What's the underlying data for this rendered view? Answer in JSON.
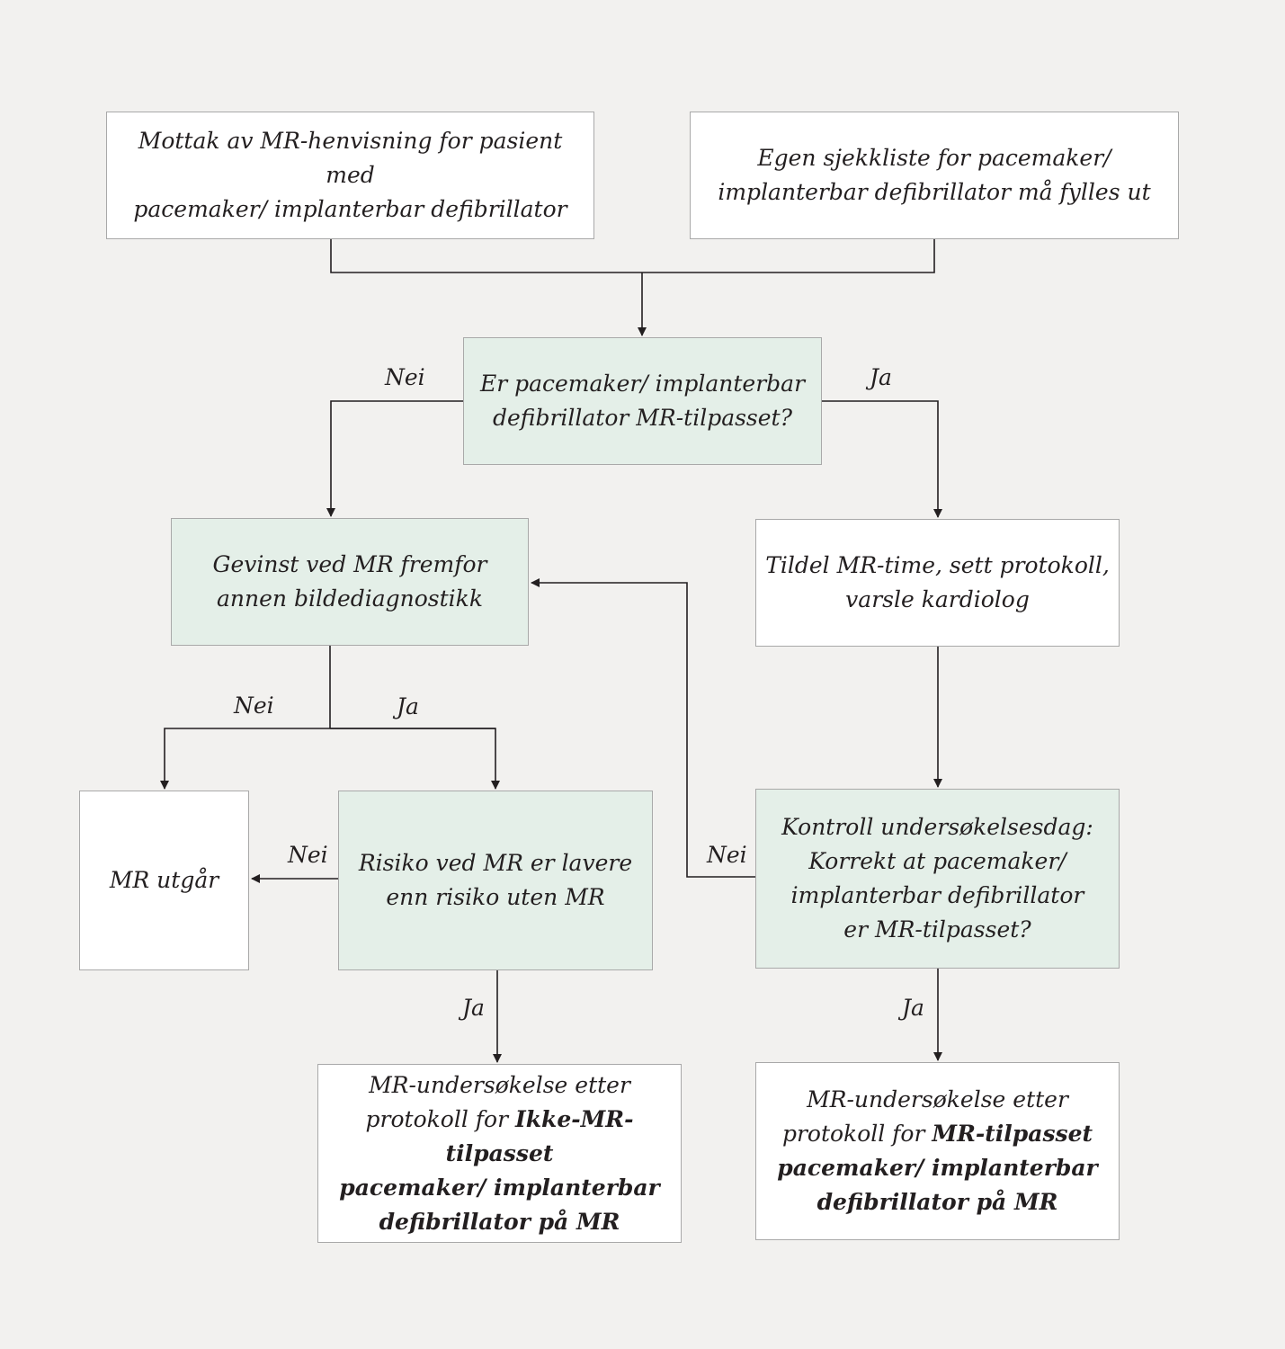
{
  "boxes": {
    "mottak": {
      "line1": "Mottak av MR-henvisning for pasient med",
      "line2": "pacemaker/ implanterbar defibrillator"
    },
    "sjekkliste": {
      "line1": "Egen sjekkliste for pacemaker/",
      "line2": "implanterbar defibrillator må fylles ut"
    },
    "tilpasset": {
      "line1": "Er pacemaker/ implanterbar",
      "line2": "defibrillator MR-tilpasset?"
    },
    "gevinst": {
      "line1": "Gevinst ved MR fremfor",
      "line2": "annen bildediagnostikk"
    },
    "tildel": {
      "line1": "Tildel MR-time, sett protokoll,",
      "line2": "varsle kardiolog"
    },
    "utgar": {
      "line1": "MR utgår"
    },
    "risiko": {
      "line1": "Risiko ved MR er lavere",
      "line2": "enn risiko uten MR"
    },
    "kontroll": {
      "line1": "Kontroll undersøkelsesdag:",
      "line2": "Korrekt at pacemaker/",
      "line3": "implanterbar defibrillator",
      "line4": "er MR-tilpasset?"
    },
    "ikke_tilpasset": {
      "line1": "MR-undersøkelse etter",
      "line2a": "protokoll for ",
      "line2b": "Ikke-MR-tilpasset",
      "line3": "pacemaker/ implanterbar",
      "line4": "defibrillator på MR"
    },
    "tilpasset_protokoll": {
      "line1": "MR-undersøkelse etter",
      "line2a": "protokoll for ",
      "line2b": "MR-tilpasset",
      "line3": "pacemaker/ implanterbar",
      "line4": "defibrillator på MR"
    }
  },
  "labels": {
    "nei_tilpasset": "Nei",
    "ja_tilpasset": "Ja",
    "nei_gevinst": "Nei",
    "ja_gevinst": "Ja",
    "nei_risiko": "Nei",
    "ja_risiko": "Ja",
    "nei_kontroll": "Nei",
    "ja_kontroll": "Ja"
  },
  "colors": {
    "background": "#f2f1ef",
    "box_white": "#ffffff",
    "box_green": "#e4efe8",
    "border": "#a9a9a9",
    "line": "#231f20"
  }
}
